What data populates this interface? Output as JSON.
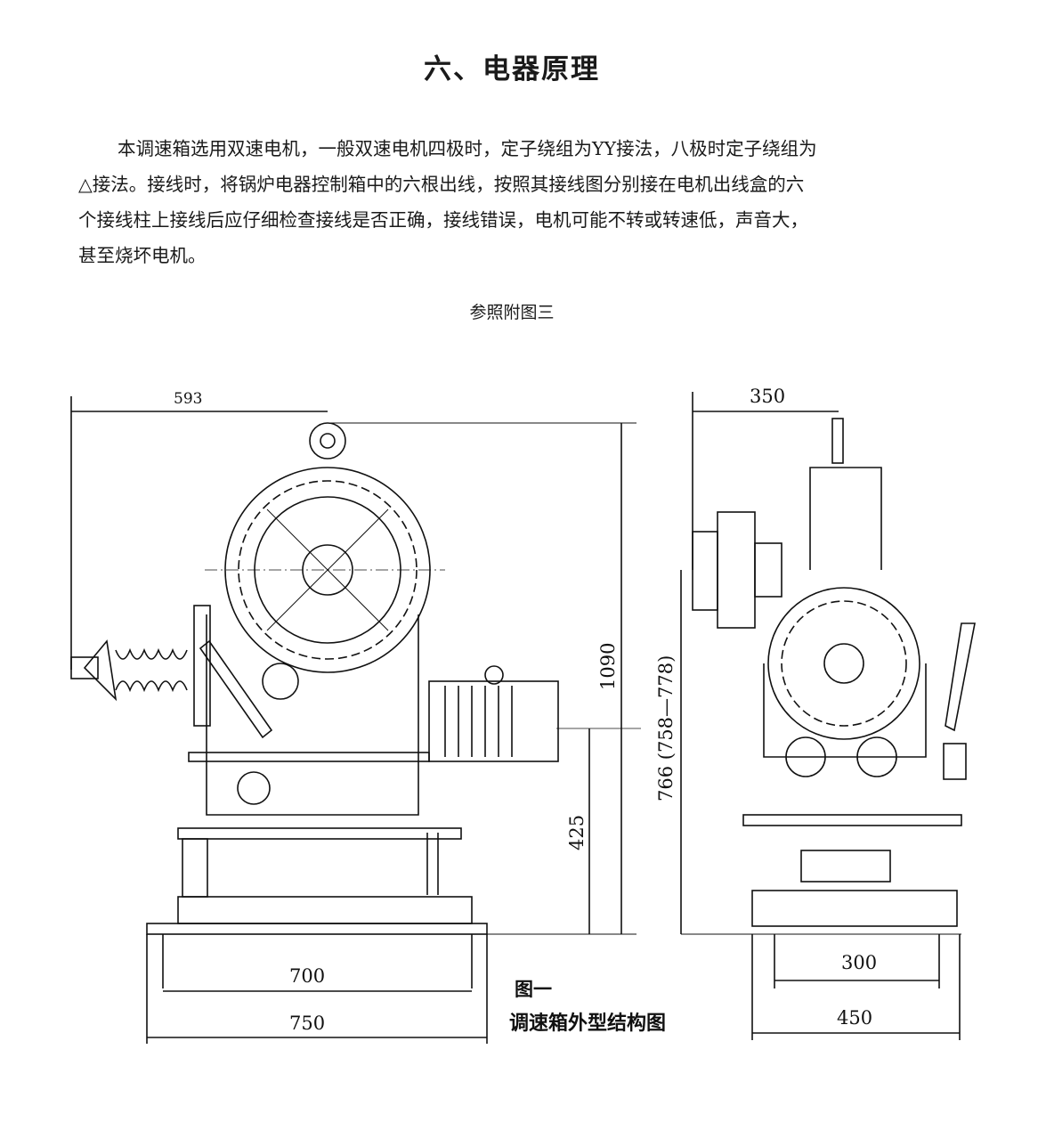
{
  "title": "六、电器原理",
  "paragraph_lines": [
    "本调速箱选用双速电机，一般双速电机四极时，定子绕组为YY接法，八极时定子绕组为",
    "△接法。接线时，将锅炉电器控制箱中的六根出线，按照其接线图分别接在电机出线盒的六",
    "个接线柱上接线后应仔细检查接线是否正确，接线错误，电机可能不转或转速低，声音大，",
    "甚至烧坏电机。"
  ],
  "reference": "参照附图三",
  "figure": {
    "label": "图一",
    "caption": "调速箱外型结构图",
    "front_view_dims": {
      "d593": "593",
      "d1090": "1090",
      "d425": "425",
      "d700": "700",
      "d750": "750"
    },
    "side_view_dims": {
      "d350": "350",
      "d766": "766 (758—778)",
      "d300": "300",
      "d450": "450"
    }
  }
}
